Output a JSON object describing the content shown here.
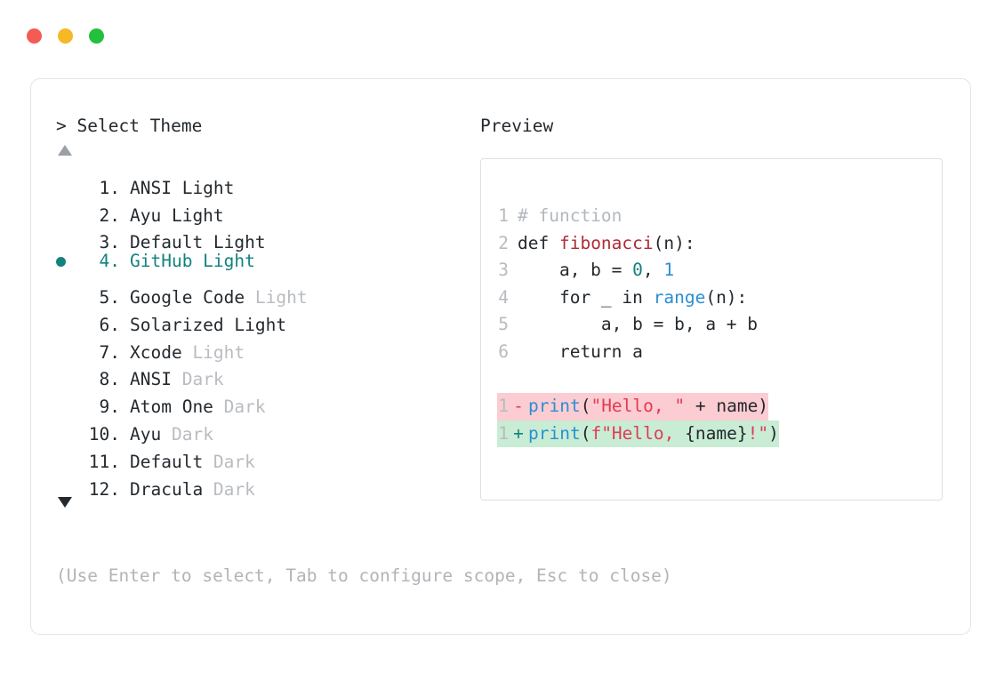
{
  "window": {
    "traffic_lights": [
      {
        "name": "close",
        "color": "#f45b54"
      },
      {
        "name": "minimize",
        "color": "#f6b824"
      },
      {
        "name": "maximize",
        "color": "#22c03c"
      }
    ]
  },
  "prompt": {
    "caret": ">",
    "title": "Select Theme"
  },
  "scroll": {
    "up_icon": "triangle-up",
    "down_icon": "triangle-down"
  },
  "theme_list": {
    "selected_index": 4,
    "items": [
      {
        "number": " 1.",
        "name": "ANSI Light",
        "variant": "",
        "muted_variant": false,
        "selected": false
      },
      {
        "number": " 2.",
        "name": "Ayu Light",
        "variant": "",
        "muted_variant": false,
        "selected": false
      },
      {
        "number": " 3.",
        "name": "Default Light",
        "variant": "",
        "muted_variant": false,
        "selected": false
      },
      {
        "number": " 4.",
        "name": "GitHub Light",
        "variant": "",
        "muted_variant": false,
        "selected": true
      },
      {
        "number": " 5.",
        "name": "Google Code",
        "variant": "Light",
        "muted_variant": true,
        "selected": false
      },
      {
        "number": " 6.",
        "name": "Solarized Light",
        "variant": "",
        "muted_variant": false,
        "selected": false
      },
      {
        "number": " 7.",
        "name": "Xcode",
        "variant": "Light",
        "muted_variant": true,
        "selected": false
      },
      {
        "number": " 8.",
        "name": "ANSI",
        "variant": "Dark",
        "muted_variant": true,
        "selected": false
      },
      {
        "number": " 9.",
        "name": "Atom One",
        "variant": "Dark",
        "muted_variant": true,
        "selected": false
      },
      {
        "number": "10.",
        "name": "Ayu",
        "variant": "Dark",
        "muted_variant": true,
        "selected": false
      },
      {
        "number": "11.",
        "name": "Default",
        "variant": "Dark",
        "muted_variant": true,
        "selected": false
      },
      {
        "number": "12.",
        "name": "Dracula",
        "variant": "Dark",
        "muted_variant": true,
        "selected": false
      }
    ]
  },
  "preview": {
    "title": "Preview",
    "code_lines": [
      {
        "ln": "1",
        "tokens": [
          {
            "t": "# function",
            "c": "comment"
          }
        ]
      },
      {
        "ln": "2",
        "tokens": [
          {
            "t": "def ",
            "c": "plain"
          },
          {
            "t": "fibonacci",
            "c": "fn"
          },
          {
            "t": "(n):",
            "c": "plain"
          }
        ]
      },
      {
        "ln": "3",
        "tokens": [
          {
            "t": "    a, b = ",
            "c": "plain"
          },
          {
            "t": "0",
            "c": "num-teal"
          },
          {
            "t": ", ",
            "c": "plain"
          },
          {
            "t": "1",
            "c": "num-blue"
          }
        ]
      },
      {
        "ln": "4",
        "tokens": [
          {
            "t": "    for _ in ",
            "c": "plain"
          },
          {
            "t": "range",
            "c": "builtin"
          },
          {
            "t": "(n):",
            "c": "plain"
          }
        ]
      },
      {
        "ln": "5",
        "tokens": [
          {
            "t": "        a, b = b, a + b",
            "c": "plain"
          }
        ]
      },
      {
        "ln": "6",
        "tokens": [
          {
            "t": "    return a",
            "c": "plain"
          }
        ]
      }
    ],
    "diff_lines": [
      {
        "ln": "1",
        "mark": "-",
        "kind": "removed",
        "tokens": [
          {
            "t": "print",
            "c": "builtin"
          },
          {
            "t": "(",
            "c": "plain"
          },
          {
            "t": "\"Hello, \"",
            "c": "string"
          },
          {
            "t": " + name)",
            "c": "plain"
          }
        ]
      },
      {
        "ln": "1",
        "mark": "+",
        "kind": "added",
        "tokens": [
          {
            "t": "print",
            "c": "builtin"
          },
          {
            "t": "(",
            "c": "plain"
          },
          {
            "t": "f\"Hello, ",
            "c": "string"
          },
          {
            "t": "{name}",
            "c": "plain"
          },
          {
            "t": "!\"",
            "c": "string"
          },
          {
            "t": ")",
            "c": "plain"
          }
        ]
      }
    ]
  },
  "hint": {
    "text": "(Use Enter to select, Tab to configure scope, Esc to close)"
  },
  "colors": {
    "accent_teal": "#12827f",
    "muted_gray": "#b9bcc0",
    "text": "#24292e",
    "diff_removed_bg": "#fbccd1",
    "diff_added_bg": "#c8ecd4",
    "string_red": "#e23a55",
    "builtin_blue": "#2a8fd4",
    "fn_darkred": "#b02a37"
  }
}
